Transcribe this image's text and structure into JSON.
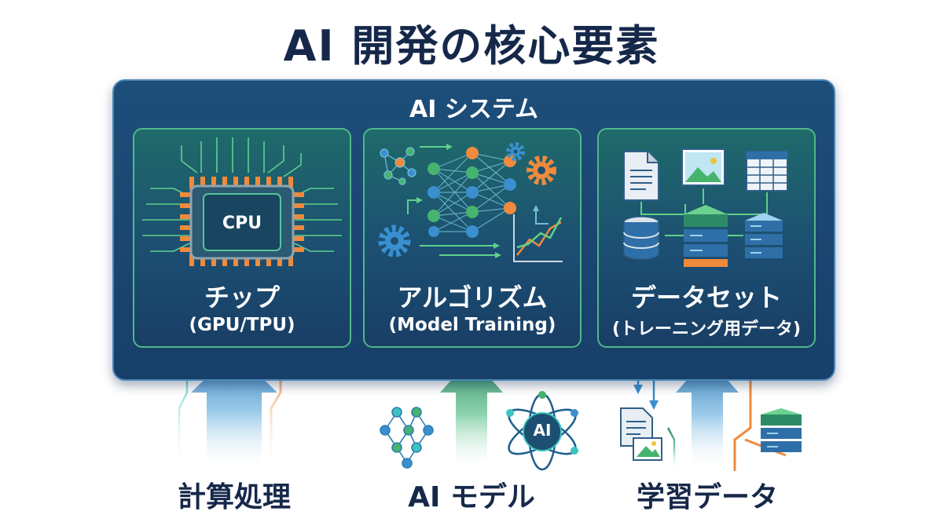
{
  "title": "AI 開発の核心要素",
  "system": {
    "label": "AI システム"
  },
  "components": [
    {
      "title": "チップ",
      "subtitle": "(GPU/TPU)",
      "chip_text": "CPU"
    },
    {
      "title": "アルゴリズム",
      "subtitle": "(Model Training)"
    },
    {
      "title": "データセット",
      "subtitle": "(トレーニング用データ)"
    }
  ],
  "inputs": [
    {
      "label": "計算処理"
    },
    {
      "label": "AI モデル",
      "badge": "AI"
    },
    {
      "label": "学習データ"
    }
  ],
  "colors": {
    "title": "#16284a",
    "panel": "#1d4e7a",
    "card_border": "#4fb889",
    "green": "#46b46e",
    "orange": "#f08a3c",
    "blue": "#3a8fd0",
    "teal": "#3cc3c0"
  }
}
